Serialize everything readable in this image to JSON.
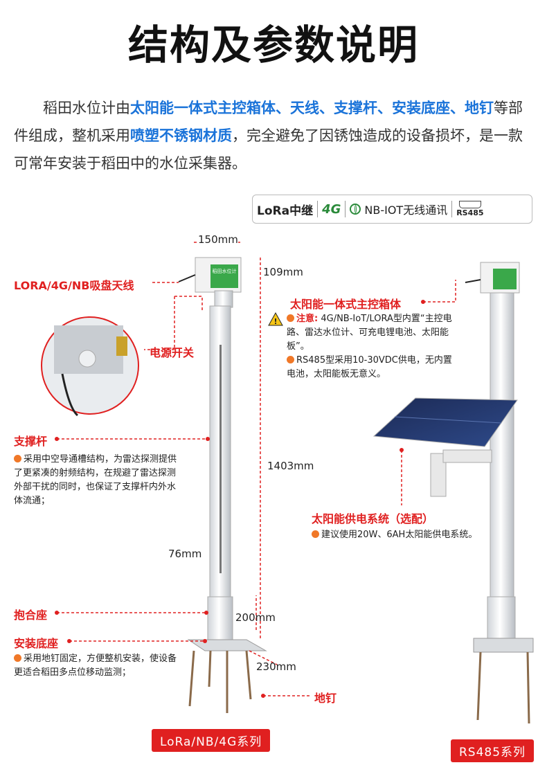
{
  "title": "结构及参数说明",
  "intro": {
    "p1": "稻田水位计由",
    "h1": "太阳能一体式主控箱体、天线、支撑杆、安装底座、地钉",
    "p2": "等部件组成，整机采用",
    "h2": "喷塑不锈钢材质",
    "p3": "，完全避免了因锈蚀造成的设备损坏，是一款可常年安装于稻田中的水位采集器。"
  },
  "badge": {
    "lora": "LoRa中继",
    "g4": "4G",
    "nbiot": "NB-IOT无线通讯",
    "rs485": "RS485"
  },
  "dims": {
    "width_box": "150mm",
    "height_box": "109mm",
    "height_pole": "1403mm",
    "pole_dia": "76mm",
    "clamp_height": "200mm",
    "base_width": "230mm"
  },
  "labels": {
    "antenna": "LORA/4G/NB吸盘天线",
    "power_switch": "电源开关",
    "pole": "支撑杆",
    "pole_note": "采用中空导通槽结构，为雷达探测提供了更紧凑的射频结构，在规避了雷达探测外部干扰的同时，也保证了支撑杆内外水体流通；",
    "clamp": "抱合座",
    "base": "安装底座",
    "base_note": "采用地钉固定，方便整机安装，使设备更适合稻田多点位移动监测；",
    "stake": "地钉",
    "main_box": "太阳能一体式主控箱体",
    "notice_title": "注意:",
    "notice_1": "4G/NB-IoT/LORA型内置“主控电路、雷达水位计、可充电锂电池、太阳能板”。",
    "notice_2": "RS485型采用10-30VDC供电，无内置电池，太阳能板无意义。",
    "solar": "太阳能供电系统（选配）",
    "solar_note": "建议使用20W、6AH太阳能供电系统。",
    "box_logo": "稻田水位计"
  },
  "series": {
    "left": "LoRa/NB/4G系列",
    "right": "RS485系列"
  },
  "colors": {
    "accent_red": "#e02020",
    "accent_blue": "#1a73d9",
    "bullet_orange": "#f07828",
    "box_green": "#3aa84a"
  }
}
